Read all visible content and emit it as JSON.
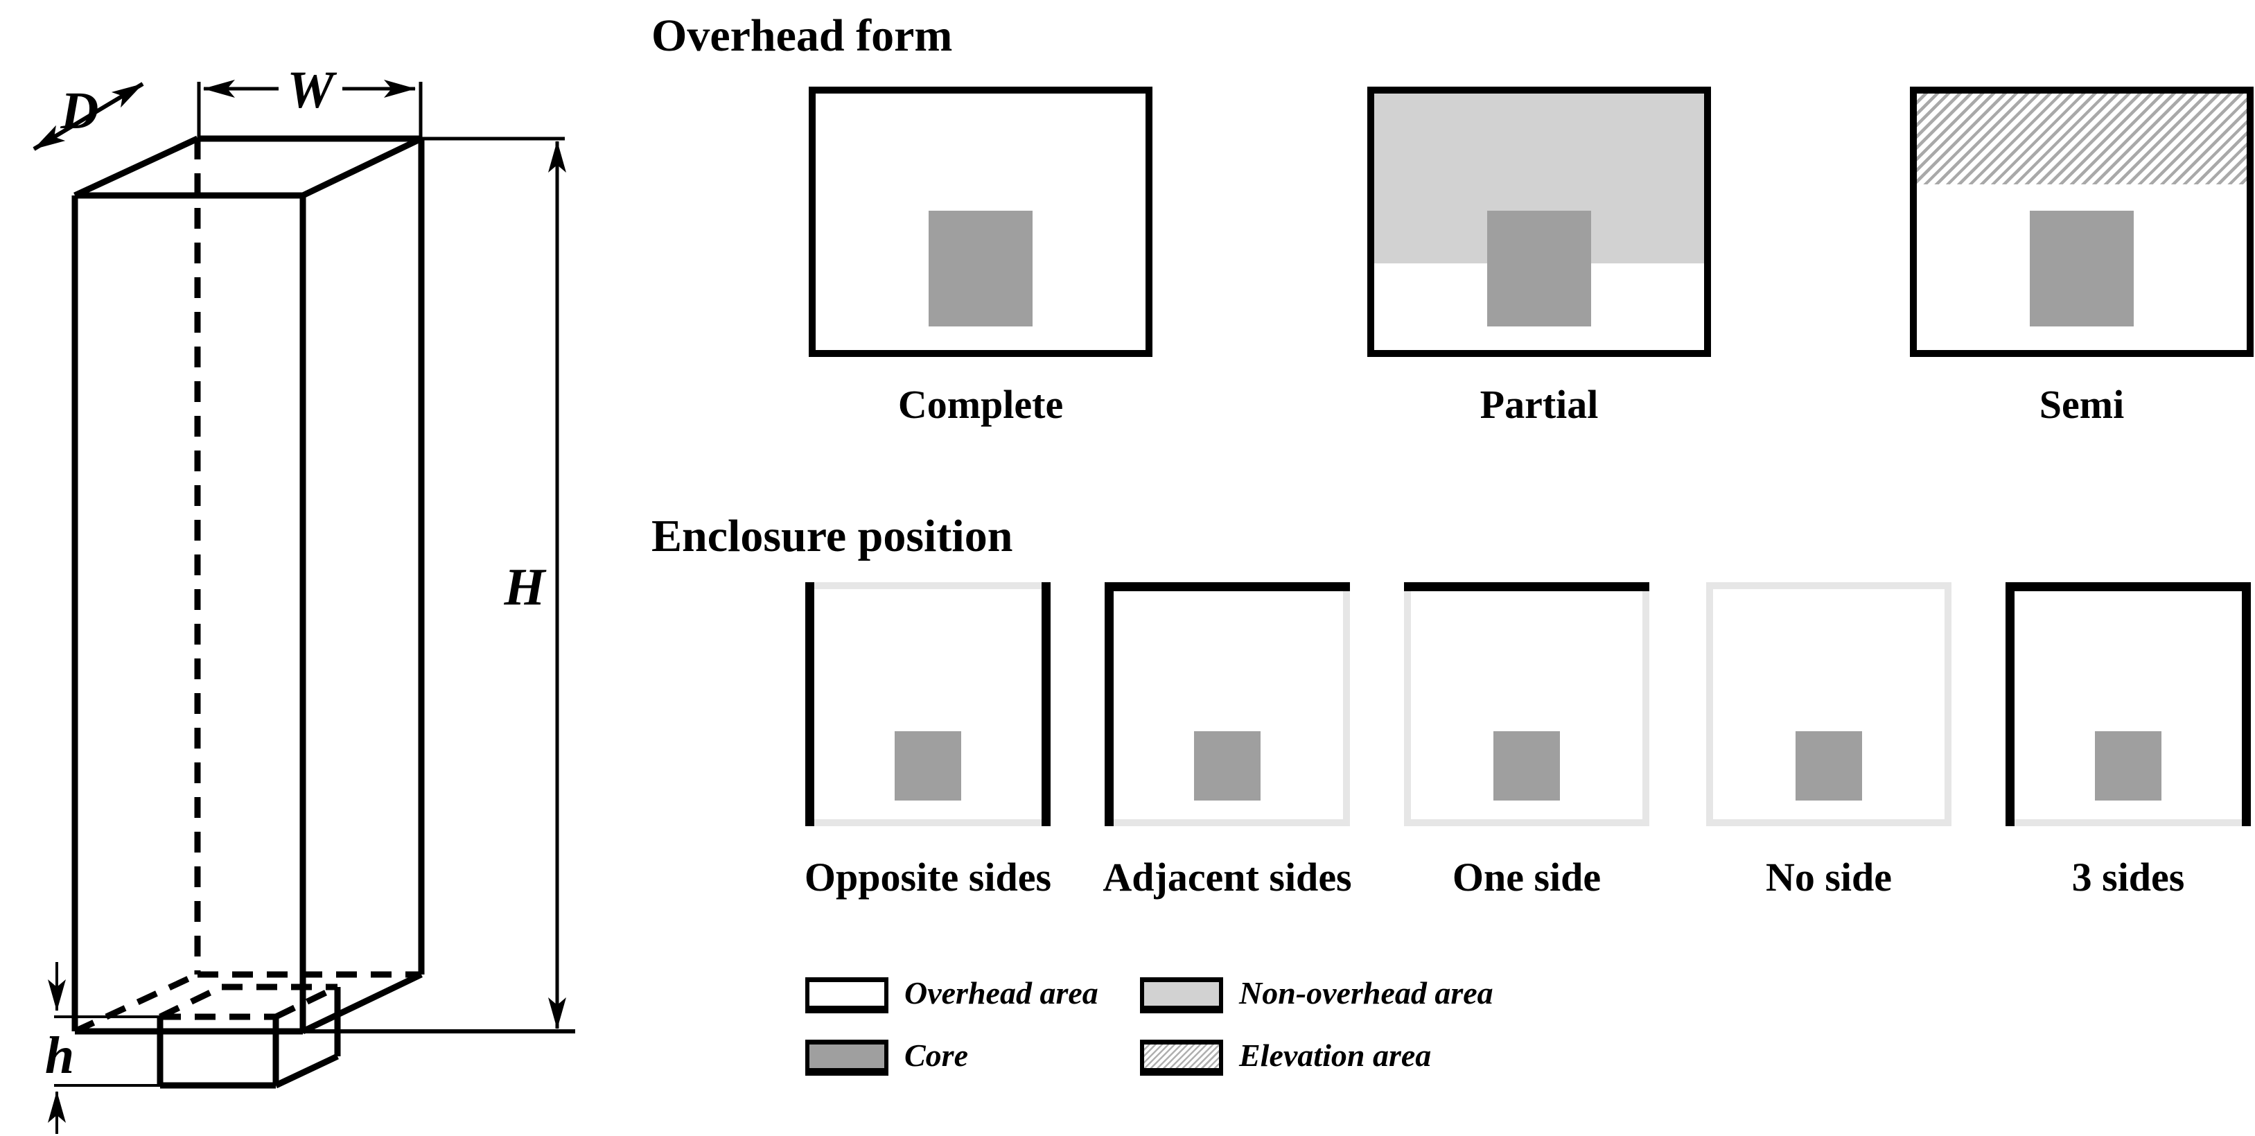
{
  "figure": {
    "dimension_labels": {
      "depth": "D",
      "width": "W",
      "height": "H",
      "overhead_height": "h"
    }
  },
  "overhead_form": {
    "title": "Overhead form",
    "items": [
      {
        "label": "Complete",
        "fill": "overhead-area"
      },
      {
        "label": "Partial",
        "fill": "non-overhead-band-over-overhead"
      },
      {
        "label": "Semi",
        "fill": "elevation-band-over-overhead"
      }
    ]
  },
  "enclosure_position": {
    "title": "Enclosure position",
    "items": [
      {
        "label": "Opposite sides",
        "black_sides": [
          "left",
          "right"
        ]
      },
      {
        "label": "Adjacent sides",
        "black_sides": [
          "top",
          "left"
        ]
      },
      {
        "label": "One side",
        "black_sides": [
          "top"
        ]
      },
      {
        "label": "No side",
        "black_sides": []
      },
      {
        "label": "3 sides",
        "black_sides": [
          "top",
          "left",
          "right"
        ]
      }
    ]
  },
  "legend": {
    "items": [
      {
        "label": "Overhead area",
        "swatch": "overhead"
      },
      {
        "label": "Non-overhead area",
        "swatch": "non-overhead"
      },
      {
        "label": "Core",
        "swatch": "core"
      },
      {
        "label": "Elevation area",
        "swatch": "elevation"
      }
    ]
  },
  "colors": {
    "line": "#000000",
    "core": "#9f9f9f",
    "non_overhead": "#d2d2d2",
    "enclosure_open_side": "#e6e6e6",
    "hatch_line": "#a9a9a9"
  }
}
